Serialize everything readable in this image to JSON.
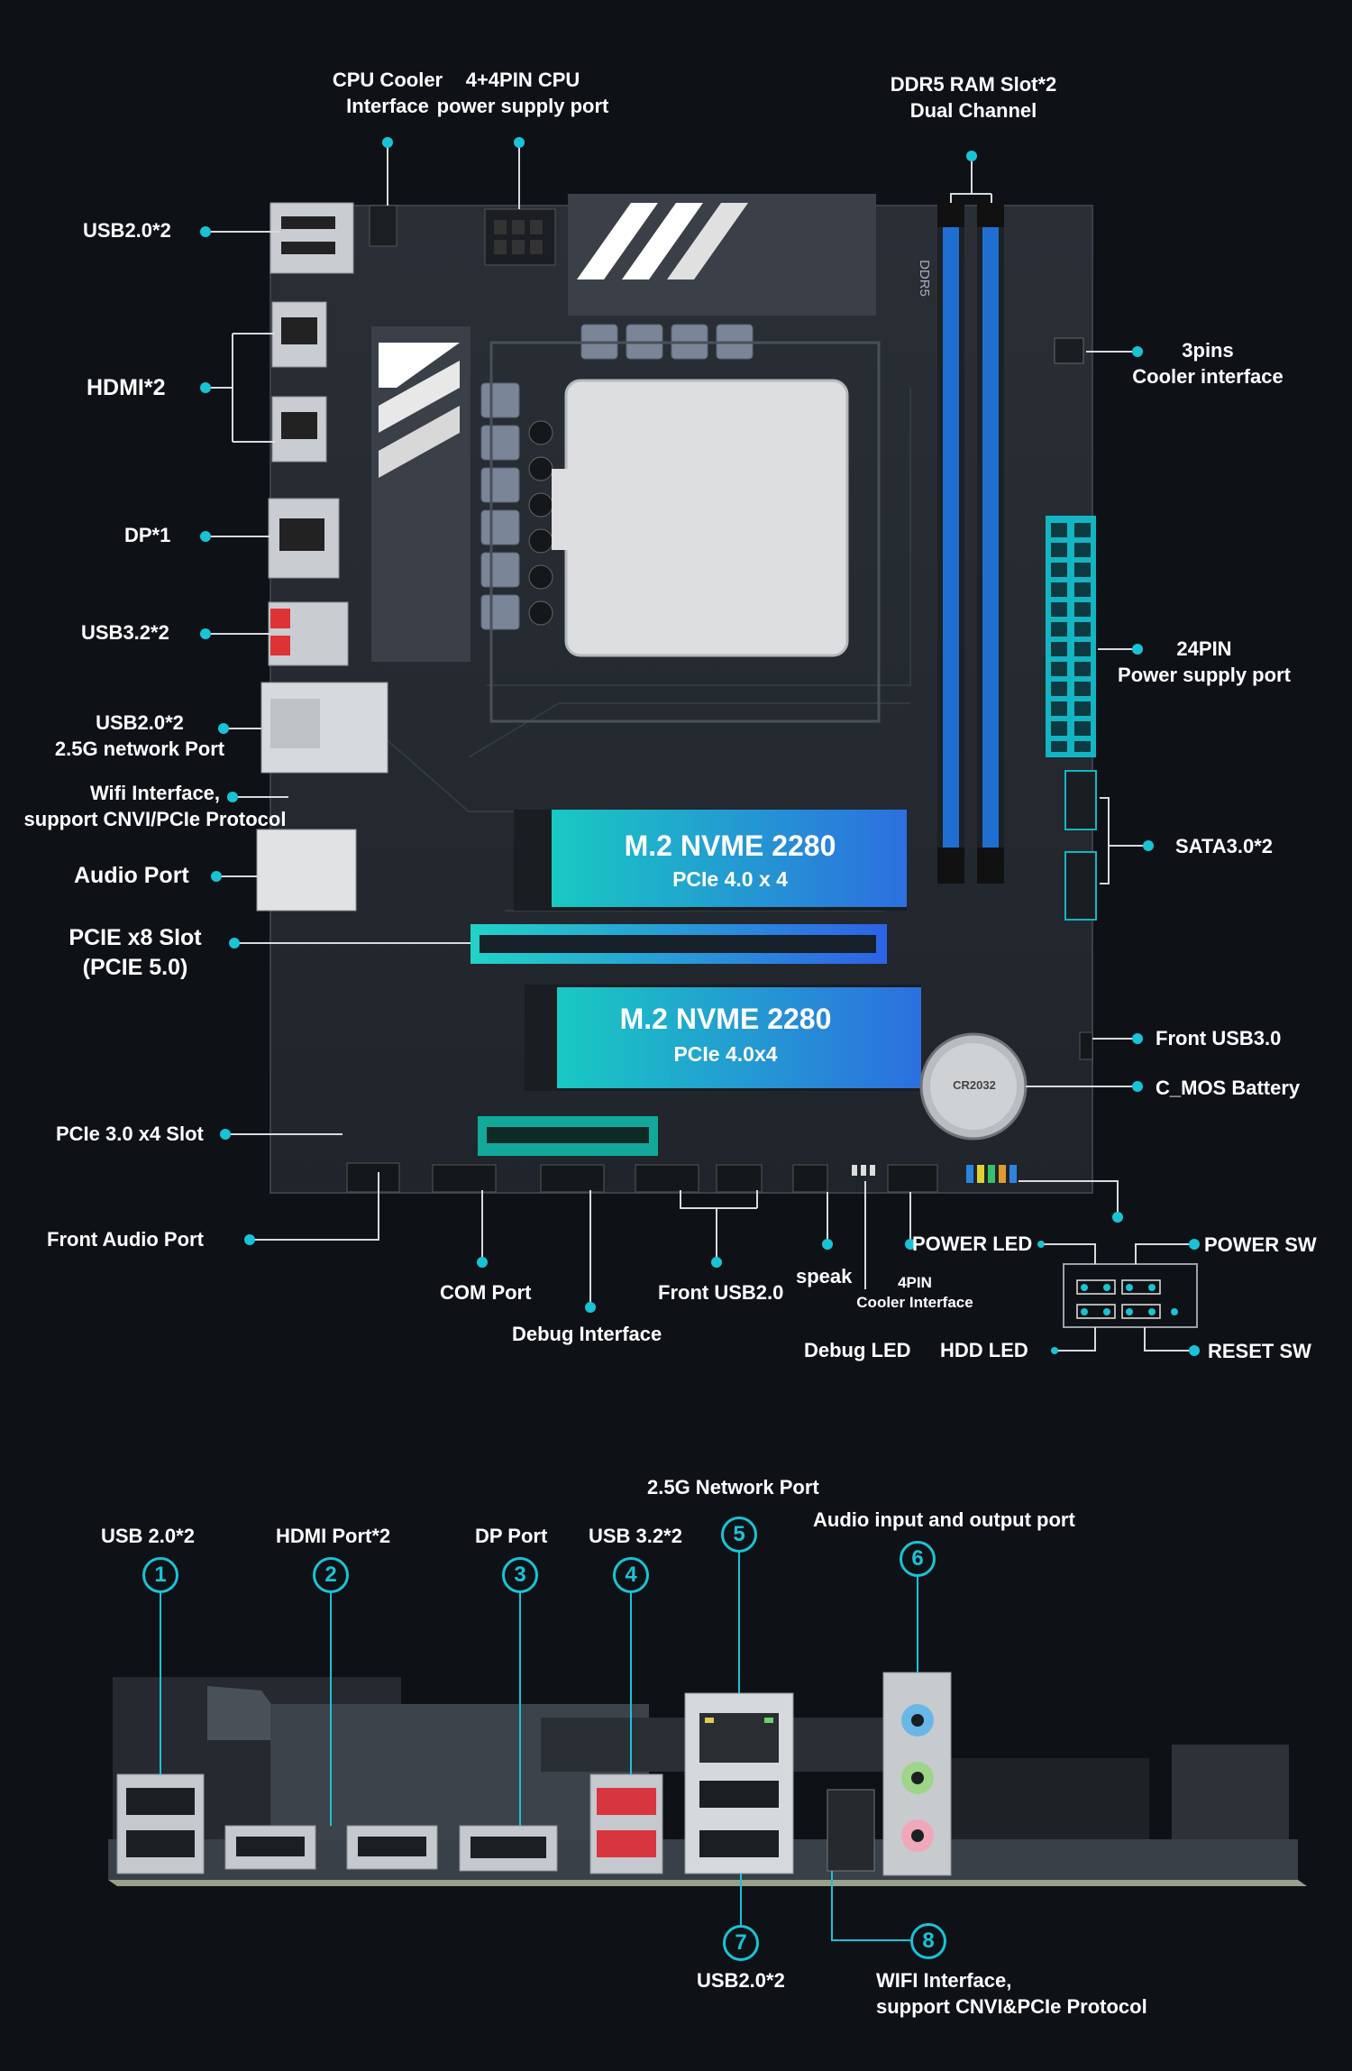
{
  "top_labels": {
    "cpu_cooler": [
      "CPU Cooler",
      "Interface"
    ],
    "cpu_power": [
      "4+4PIN CPU",
      "power supply port"
    ],
    "ddr5": [
      "DDR5 RAM Slot*2",
      "Dual Channel"
    ],
    "usb20_top": "USB2.0*2",
    "hdmi": "HDMI*2",
    "dp": "DP*1",
    "usb32": "USB3.2*2",
    "usb20_lan": [
      "USB2.0*2",
      "2.5G network Port"
    ],
    "wifi": [
      "Wifi Interface,",
      "support CNVI/PCIe Protocol"
    ],
    "audio": "Audio Port",
    "pcie_x8": [
      "PCIE x8 Slot",
      "(PCIE 5.0)"
    ],
    "pcie_x4": "PCIe 3.0 x4 Slot",
    "front_audio": "Front Audio Port",
    "com": "COM Port",
    "debug_if": "Debug Interface",
    "front_usb2": "Front USB2.0",
    "speak": "speak",
    "fourpin": [
      "4PIN",
      "Cooler Interface"
    ],
    "debug_led": "Debug LED",
    "cooler3": [
      "3pins",
      "Cooler interface"
    ],
    "pin24": [
      "24PIN",
      "Power supply port"
    ],
    "sata": "SATA3.0*2",
    "front_usb3": "Front USB3.0",
    "cmos": "C_MOS Battery",
    "power_led": "POWER LED",
    "power_sw": "POWER SW",
    "hdd_led": "HDD LED",
    "reset_sw": "RESET SW"
  },
  "board_text": {
    "m2_top_title": "M.2 NVME 2280",
    "m2_top_sub": "PCIe 4.0 x 4",
    "m2_bot_title": "M.2 NVME 2280",
    "m2_bot_sub": "PCIe 4.0x4",
    "ddr5_silk": "DDR5",
    "battery": "CR2032"
  },
  "io_panel": {
    "items": [
      {
        "num": "1",
        "label": "USB 2.0*2"
      },
      {
        "num": "2",
        "label": "HDMI Port*2"
      },
      {
        "num": "3",
        "label": "DP Port"
      },
      {
        "num": "4",
        "label": "USB 3.2*2"
      },
      {
        "num": "5",
        "label": "2.5G Network Port"
      },
      {
        "num": "6",
        "label": "Audio input and output port"
      },
      {
        "num": "7",
        "label": "USB2.0*2"
      },
      {
        "num": "8",
        "label": "WIFI Interface,"
      }
    ],
    "wifi_sub": "support CNVI&PCIe Protocol"
  },
  "colors": {
    "accent": "#19c3d6",
    "background": "#0e1217",
    "board": "#262b31",
    "ram": "#1f6fd1"
  }
}
